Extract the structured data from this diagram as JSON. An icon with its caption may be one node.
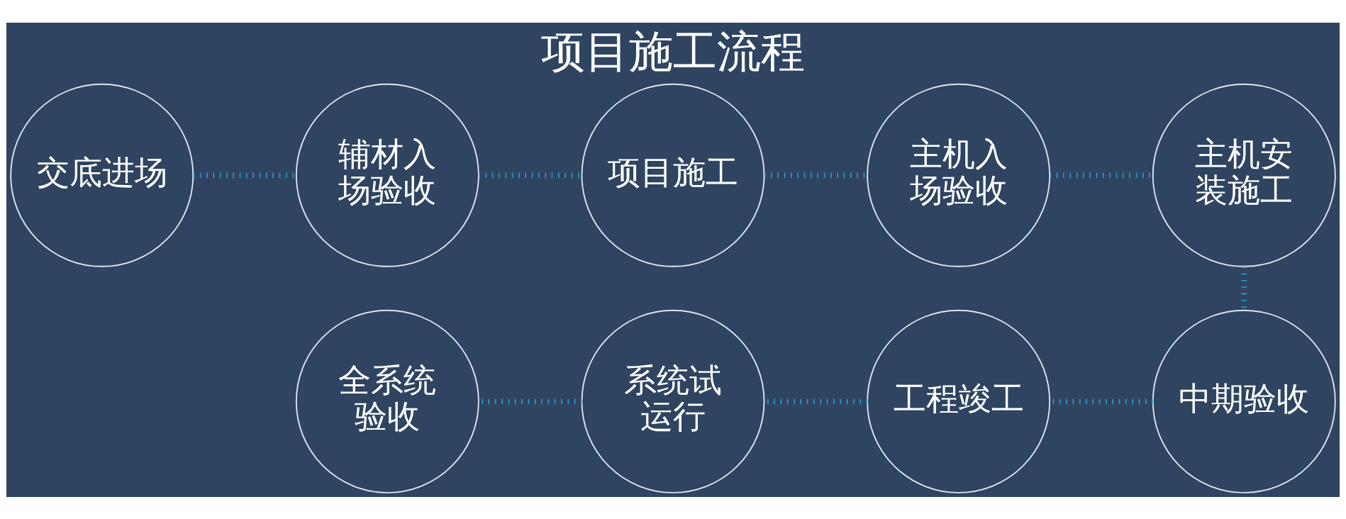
{
  "diagram": {
    "title": "项目施工流程",
    "nodes": [
      {
        "text": [
          "交底进场"
        ]
      },
      {
        "text": [
          "辅材入场验收"
        ]
      },
      {
        "text": [
          "项目施工"
        ]
      },
      {
        "text": [
          "主机入场验收"
        ]
      },
      {
        "text": [
          "主机安装施工"
        ]
      },
      {
        "text": [
          "全系统验收"
        ]
      },
      {
        "text": [
          "系统试运行"
        ]
      },
      {
        "text": [
          "工程竣工"
        ]
      },
      {
        "text": [
          "中期验收"
        ]
      }
    ],
    "edges": [
      {
        "from": 0,
        "to": 1,
        "arrow": "none"
      },
      {
        "from": 1,
        "to": 2,
        "arrow": "none"
      },
      {
        "from": 2,
        "to": 3,
        "arrow": "none"
      },
      {
        "from": 3,
        "to": 4,
        "arrow": "none"
      },
      {
        "from": 4,
        "to": 8,
        "arrow": "none"
      },
      {
        "from": 8,
        "to": 7,
        "arrow": "none"
      },
      {
        "from": 7,
        "to": 6,
        "arrow": "none"
      },
      {
        "from": 6,
        "to": 5,
        "arrow": "none"
      }
    ]
  }
}
